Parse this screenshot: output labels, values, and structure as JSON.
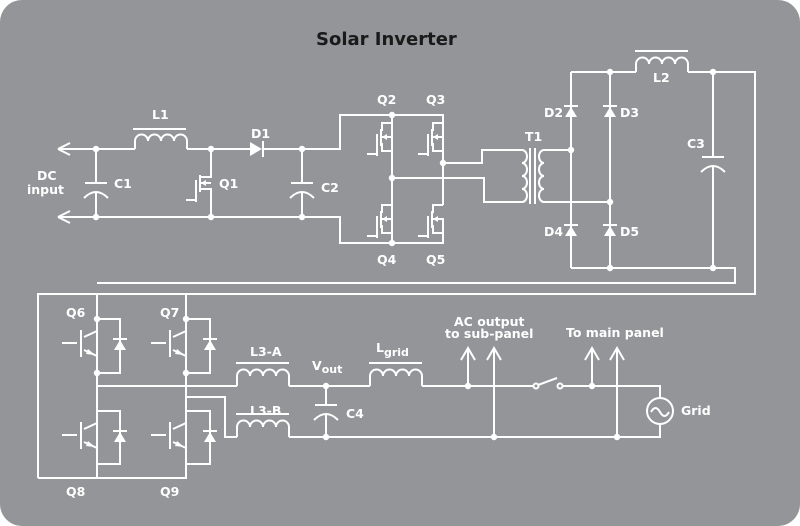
{
  "title": "Solar Inverter",
  "colors": {
    "background": "#939598",
    "wire": "#ffffff",
    "title_text": "#1a1a1a",
    "label_text": "#ffffff"
  },
  "labels": {
    "dc_input_line1": "DC",
    "dc_input_line2": "input",
    "L1": "L1",
    "D1": "D1",
    "C1": "C1",
    "Q1": "Q1",
    "C2": "C2",
    "Q2": "Q2",
    "Q3": "Q3",
    "Q4": "Q4",
    "Q5": "Q5",
    "T1": "T1",
    "D2": "D2",
    "D3": "D3",
    "D4": "D4",
    "D5": "D5",
    "L2": "L2",
    "C3": "C3",
    "Q6": "Q6",
    "Q7": "Q7",
    "Q8": "Q8",
    "Q9": "Q9",
    "L3A": "L3-A",
    "L3B": "L3-B",
    "Vout_main": "V",
    "Vout_sub": "out",
    "Lgrid_main": "L",
    "Lgrid_sub": "grid",
    "C4": "C4",
    "ac_output_line1": "AC output",
    "ac_output_line2": "to sub-panel",
    "main_panel": "To main panel",
    "grid": "Grid"
  },
  "components": [
    {
      "ref": "C1",
      "type": "capacitor"
    },
    {
      "ref": "L1",
      "type": "inductor"
    },
    {
      "ref": "Q1",
      "type": "mosfet"
    },
    {
      "ref": "D1",
      "type": "diode"
    },
    {
      "ref": "C2",
      "type": "capacitor"
    },
    {
      "ref": "Q2",
      "type": "mosfet"
    },
    {
      "ref": "Q3",
      "type": "mosfet"
    },
    {
      "ref": "Q4",
      "type": "mosfet"
    },
    {
      "ref": "Q5",
      "type": "mosfet"
    },
    {
      "ref": "T1",
      "type": "transformer"
    },
    {
      "ref": "D2",
      "type": "diode"
    },
    {
      "ref": "D3",
      "type": "diode"
    },
    {
      "ref": "D4",
      "type": "diode"
    },
    {
      "ref": "D5",
      "type": "diode"
    },
    {
      "ref": "L2",
      "type": "inductor"
    },
    {
      "ref": "C3",
      "type": "capacitor"
    },
    {
      "ref": "Q6",
      "type": "igbt"
    },
    {
      "ref": "Q7",
      "type": "igbt"
    },
    {
      "ref": "Q8",
      "type": "igbt"
    },
    {
      "ref": "Q9",
      "type": "igbt"
    },
    {
      "ref": "L3-A",
      "type": "inductor"
    },
    {
      "ref": "L3-B",
      "type": "inductor"
    },
    {
      "ref": "C4",
      "type": "capacitor"
    },
    {
      "ref": "Lgrid",
      "type": "inductor"
    },
    {
      "ref": "switch",
      "type": "switch"
    },
    {
      "ref": "Grid",
      "type": "ac-source"
    }
  ]
}
